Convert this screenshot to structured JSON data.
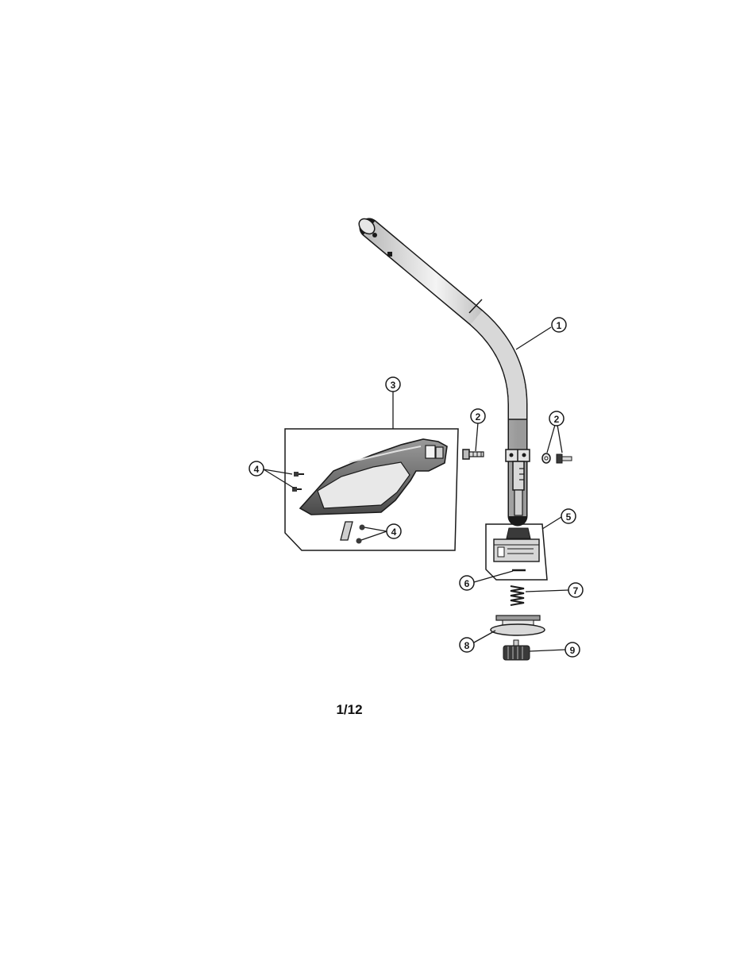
{
  "diagram": {
    "callouts": [
      {
        "id": "callout-1",
        "number": "1"
      },
      {
        "id": "callout-2a",
        "number": "2"
      },
      {
        "id": "callout-2b",
        "number": "2"
      },
      {
        "id": "callout-3",
        "number": "3"
      },
      {
        "id": "callout-4a",
        "number": "4"
      },
      {
        "id": "callout-4b",
        "number": "4"
      },
      {
        "id": "callout-5",
        "number": "5"
      },
      {
        "id": "callout-6",
        "number": "6"
      },
      {
        "id": "callout-7",
        "number": "7"
      },
      {
        "id": "callout-8",
        "number": "8"
      },
      {
        "id": "callout-9",
        "number": "9"
      }
    ],
    "page_number": "1/12"
  },
  "colors": {
    "line": "#1a1a1a",
    "part_fill": "#cfcfcf",
    "dark_fill": "#3a3a3a"
  }
}
